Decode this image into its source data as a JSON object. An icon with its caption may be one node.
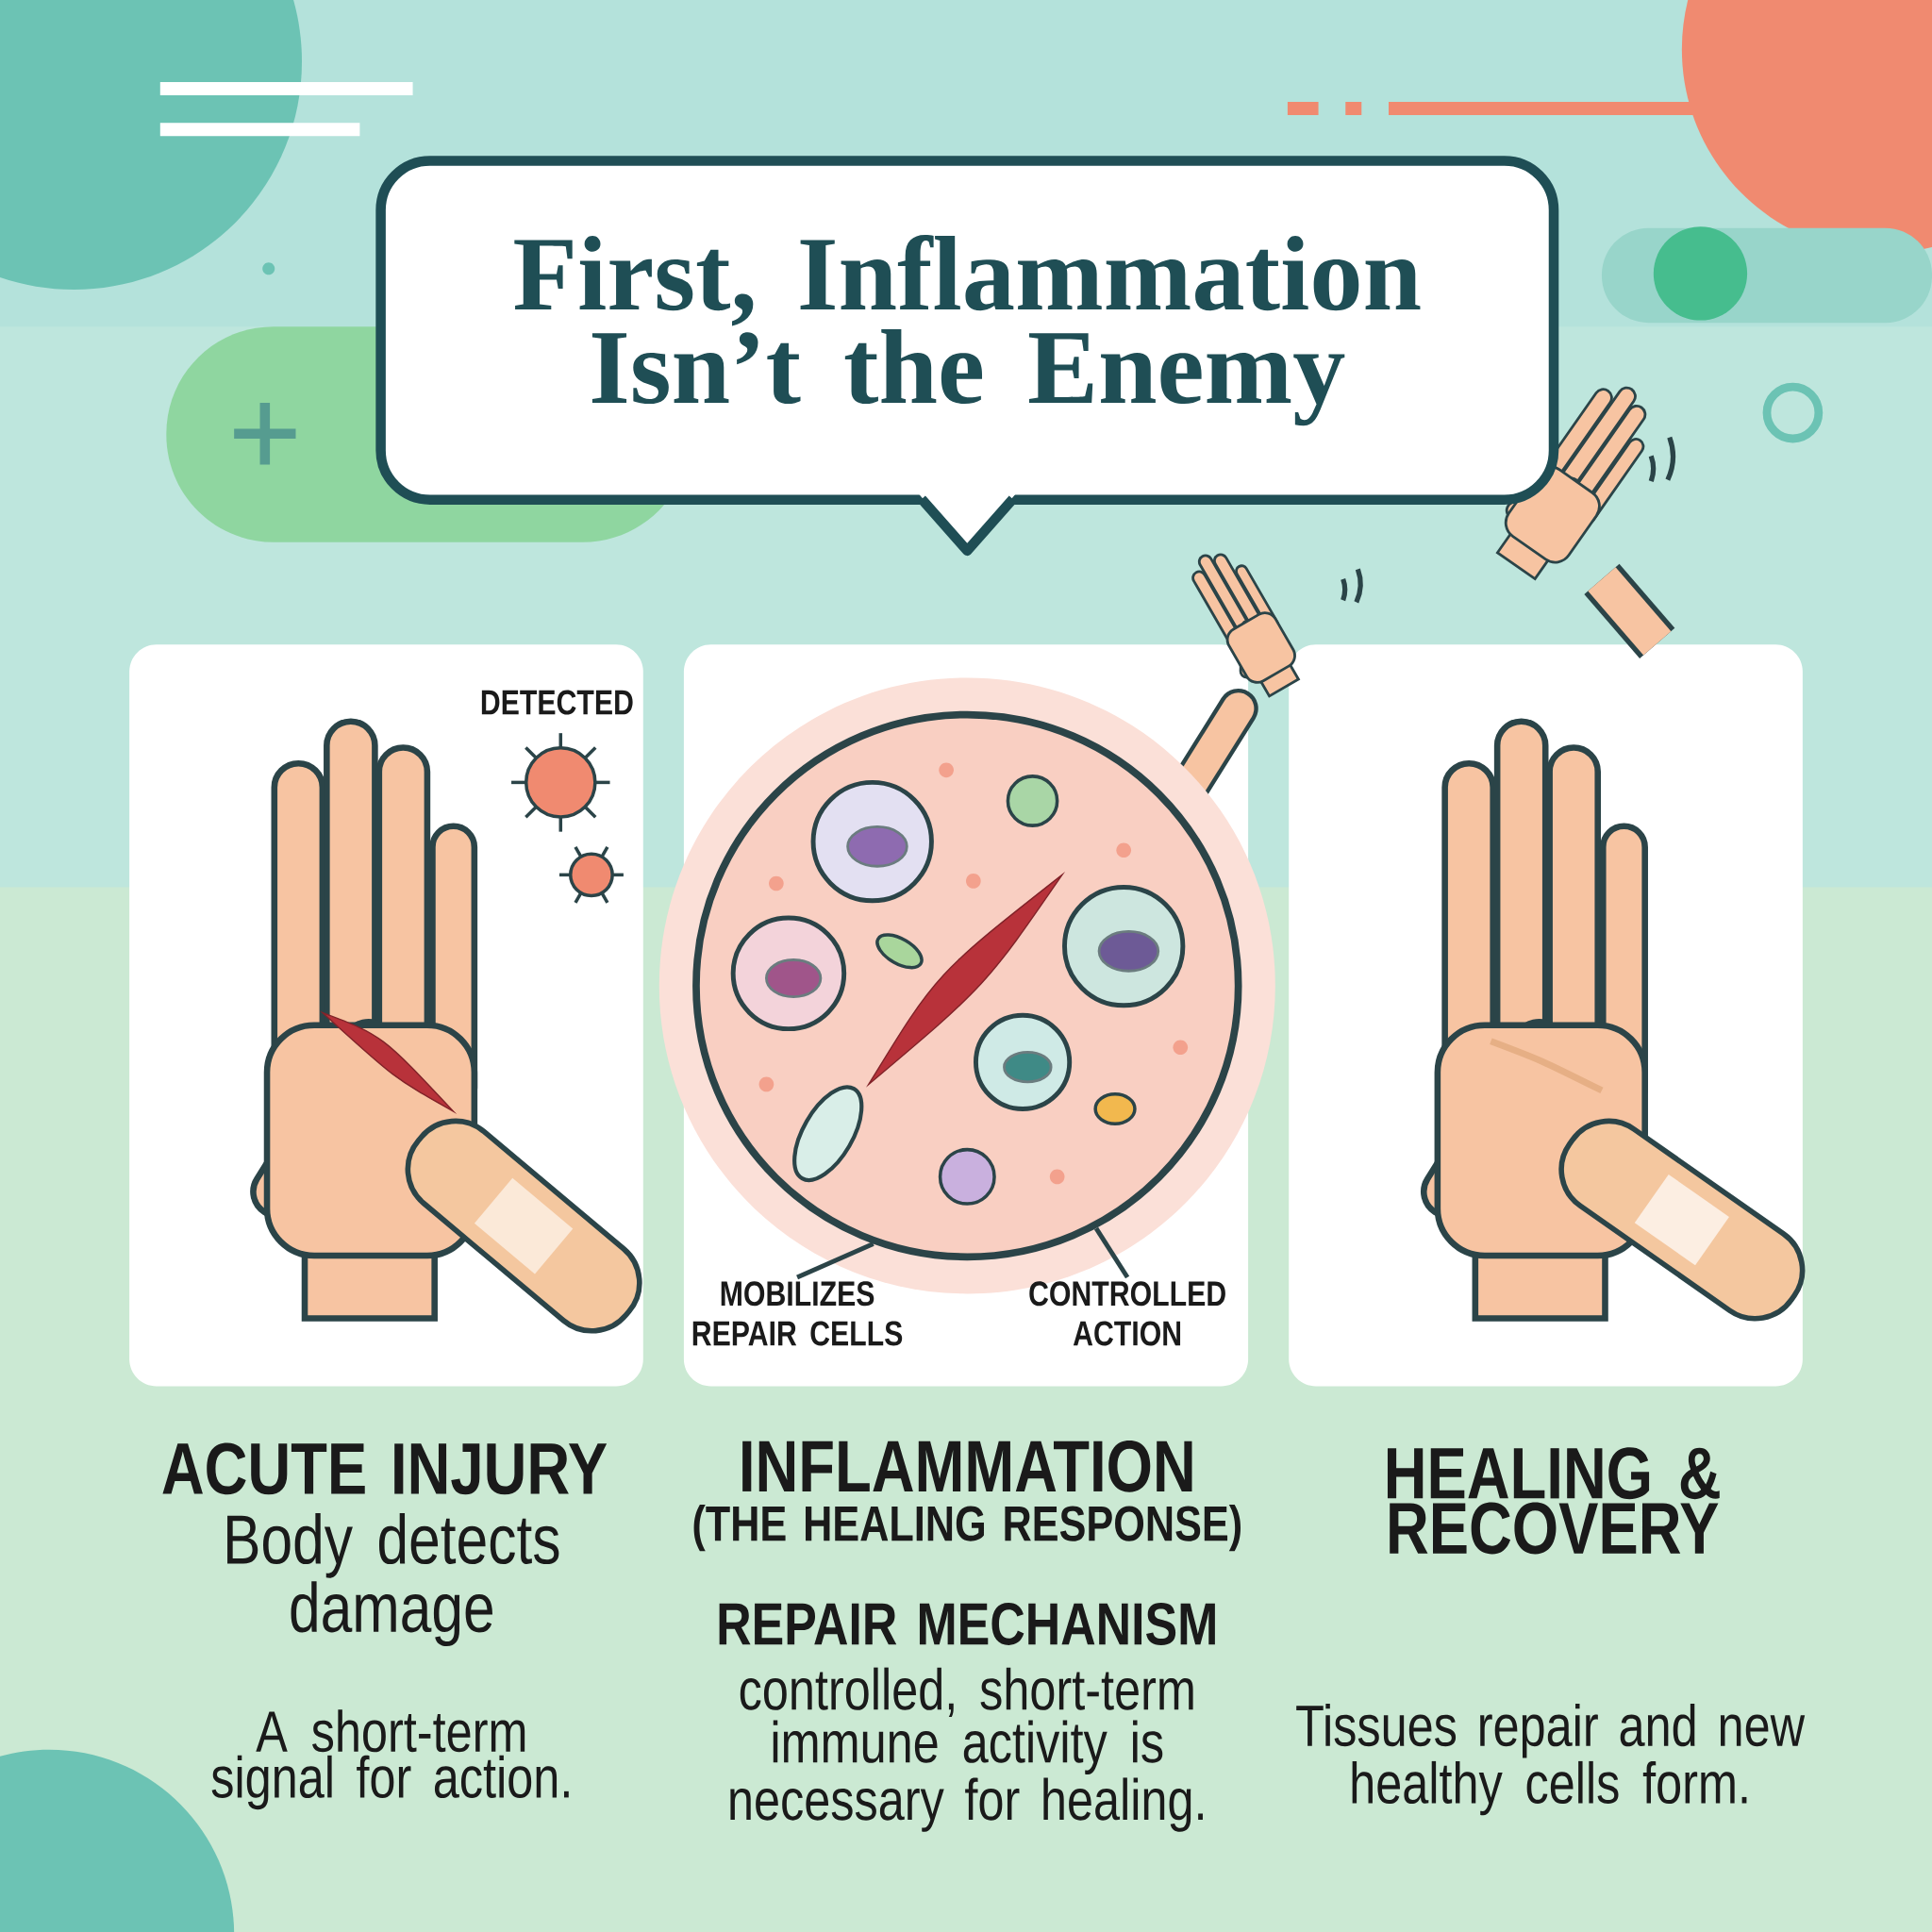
{
  "diagram": {
    "nodes": [
      {
        "text": [
          "First, Inflammation Isn’t the Enemy"
        ]
      },
      {
        "text": [],
        "shape": "circle"
      },
      {
        "text": [
          "MOBILIZES REPAIR CELLS"
        ]
      },
      {
        "text": [
          "CONTROLLED ACTION"
        ]
      }
    ],
    "edges": [
      {
        "from": 2,
        "to": 1,
        "arrow": "none"
      },
      {
        "from": 3,
        "to": 1,
        "arrow": "none"
      }
    ],
    "labels": [
      "DETECTED",
      "ACUTE INJURY",
      "Body detects damage",
      "A short-term signal for action.",
      "INFLAMMATION",
      "(THE HEALING RESPONSE)",
      "REPAIR MECHANISM",
      "controlled, short-term immune activity is necessary for healing.",
      "HEALING & RECOVERY",
      "Tissues repair and new healthy cells form."
    ]
  }
}
